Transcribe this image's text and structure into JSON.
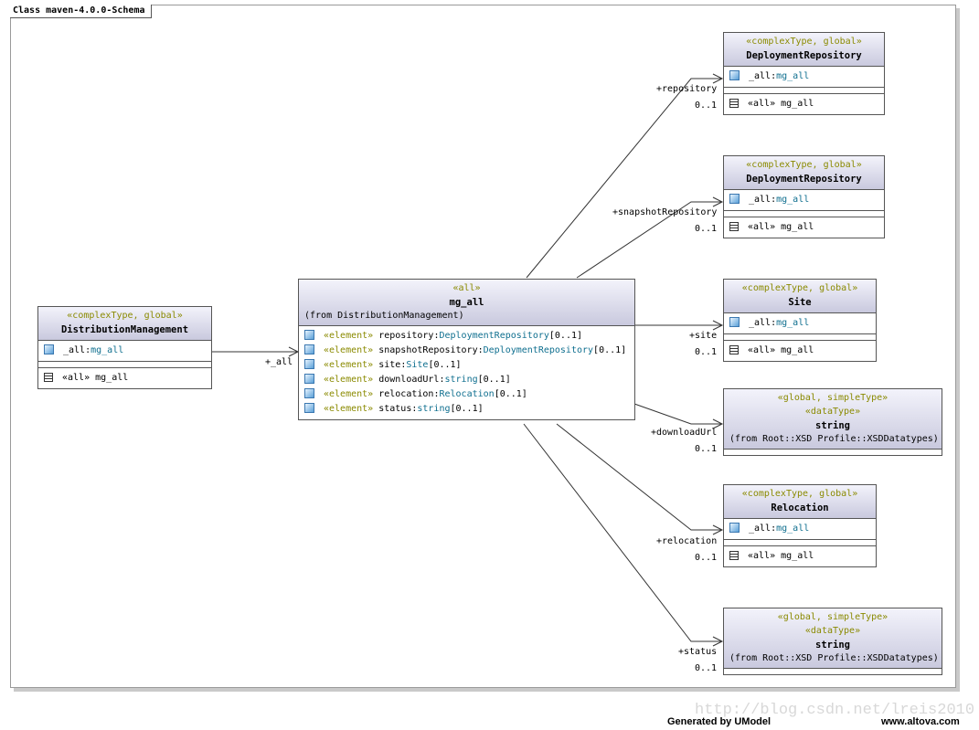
{
  "frame_title": "Class maven-4.0.0-Schema",
  "classes": {
    "distribution": {
      "stereotype": "«complexType, global»",
      "name": "DistributionManagement",
      "attr_name": "_all",
      "attr_type": "mg_all",
      "op_kw": "«all»",
      "op_name": "mg_all"
    },
    "mg_all": {
      "stereotype": "«all»",
      "name": "mg_all",
      "from": "(from DistributionManagement)",
      "elements": [
        {
          "kw": "«element»",
          "name": "repository",
          "type": "DeploymentRepository",
          "mult": "[0..1]"
        },
        {
          "kw": "«element»",
          "name": "snapshotRepository",
          "type": "DeploymentRepository",
          "mult": "[0..1]"
        },
        {
          "kw": "«element»",
          "name": "site",
          "type": "Site",
          "mult": "[0..1]"
        },
        {
          "kw": "«element»",
          "name": "downloadUrl",
          "type": "string",
          "mult": "[0..1]"
        },
        {
          "kw": "«element»",
          "name": "relocation",
          "type": "Relocation",
          "mult": "[0..1]"
        },
        {
          "kw": "«element»",
          "name": "status",
          "type": "string",
          "mult": "[0..1]"
        }
      ]
    },
    "deploy1": {
      "stereotype": "«complexType, global»",
      "name": "DeploymentRepository",
      "attr_name": "_all",
      "attr_type": "mg_all",
      "op_kw": "«all»",
      "op_name": "mg_all"
    },
    "deploy2": {
      "stereotype": "«complexType, global»",
      "name": "DeploymentRepository",
      "attr_name": "_all",
      "attr_type": "mg_all",
      "op_kw": "«all»",
      "op_name": "mg_all"
    },
    "site": {
      "stereotype": "«complexType, global»",
      "name": "Site",
      "attr_name": "_all",
      "attr_type": "mg_all",
      "op_kw": "«all»",
      "op_name": "mg_all"
    },
    "string1": {
      "stereotype": "«global, simpleType»",
      "stereotype2": "«dataType»",
      "name": "string",
      "from": "(from Root::XSD Profile::XSDDatatypes)"
    },
    "relocation": {
      "stereotype": "«complexType, global»",
      "name": "Relocation",
      "attr_name": "_all",
      "attr_type": "mg_all",
      "op_kw": "«all»",
      "op_name": "mg_all"
    },
    "string2": {
      "stereotype": "«global, simpleType»",
      "stereotype2": "«dataType»",
      "name": "string",
      "from": "(from Root::XSD Profile::XSDDatatypes)"
    }
  },
  "associations": {
    "all": {
      "role": "+_all"
    },
    "repository": {
      "role": "+repository",
      "mult": "0..1"
    },
    "snapshot": {
      "role": "+snapshotRepository",
      "mult": "0..1"
    },
    "site": {
      "role": "+site",
      "mult": "0..1"
    },
    "download": {
      "role": "+downloadUrl",
      "mult": "0..1"
    },
    "relocation": {
      "role": "+relocation",
      "mult": "0..1"
    },
    "status": {
      "role": "+status",
      "mult": "0..1"
    }
  },
  "footer": {
    "generated": "Generated by UModel",
    "site": "www.altova.com",
    "watermark": "http://blog.csdn.net/lreis2010"
  }
}
